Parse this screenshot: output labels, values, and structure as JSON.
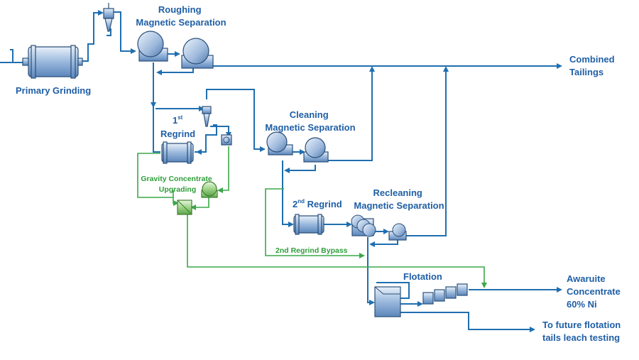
{
  "labels": {
    "roughing": [
      "Roughing",
      "Magnetic Separation"
    ],
    "primary_grinding": "Primary Grinding",
    "combined_tailings": [
      "Combined",
      "Tailings"
    ],
    "regrind1_num": "1",
    "regrind1_sup": "st",
    "regrind1_word": "Regrind",
    "cleaning": [
      "Cleaning",
      "Magnetic Separation"
    ],
    "gravity": [
      "Gravity Concentrate",
      "Upgrading"
    ],
    "regrind2_num": "2",
    "regrind2_sup": "nd",
    "regrind2_word": " Regrind",
    "recleaning": [
      "Recleaning",
      "Magnetic Separation"
    ],
    "bypass": "2nd Regrind Bypass",
    "flotation": "Flotation",
    "awaruite": [
      "Awaruite",
      "Concentrate",
      "60% Ni"
    ],
    "future": [
      "To future flotation",
      "tails leach testing"
    ]
  },
  "colors": {
    "flow_blue": "#1f6fb0",
    "flow_green": "#3aa84a",
    "label_blue": "#1f5fa6",
    "label_green": "#2e9e3a"
  }
}
